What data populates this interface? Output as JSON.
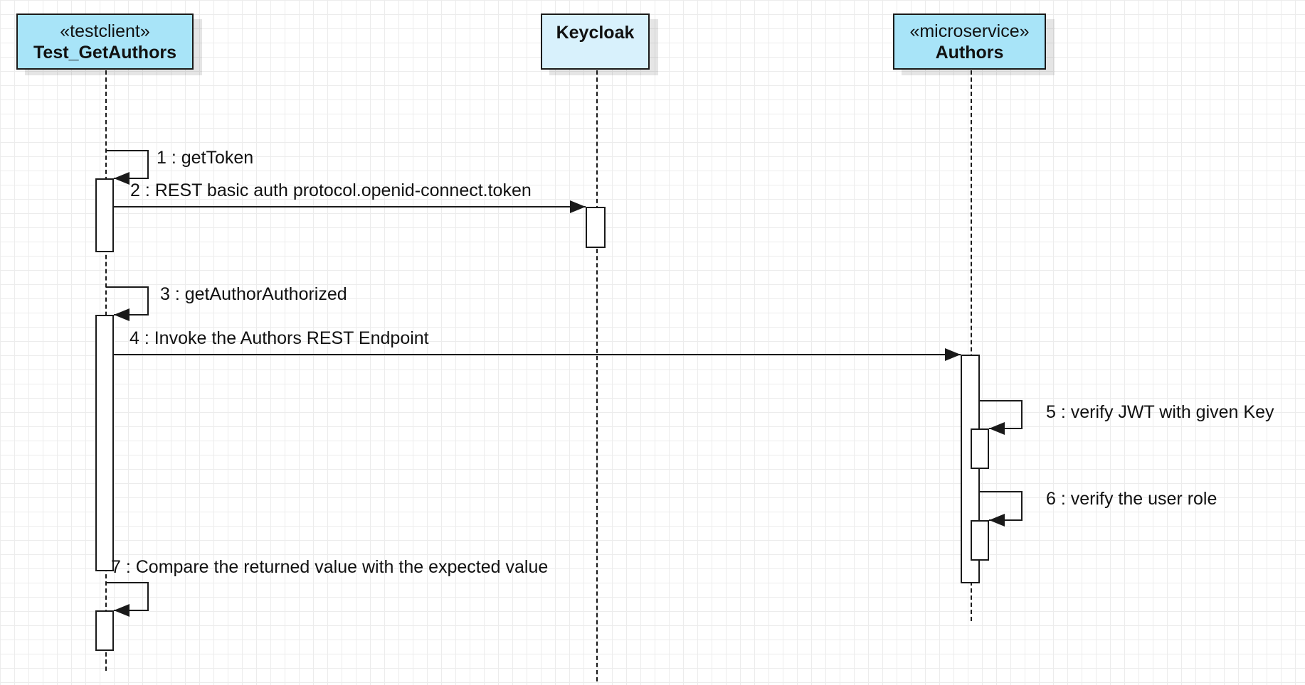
{
  "diagram": {
    "type": "uml-sequence",
    "colors": {
      "test_client_fill": "#a8e4f8",
      "keycloak_fill": "#d8f1fc",
      "authors_fill": "#a8e4f8",
      "line": "#1a1a1a",
      "grid": "#ececec"
    },
    "lifelines": {
      "test_client": {
        "stereotype": "«testclient»",
        "name": "Test_GetAuthors"
      },
      "keycloak": {
        "stereotype": "",
        "name": "Keycloak"
      },
      "authors": {
        "stereotype": "«microservice»",
        "name": "Authors"
      }
    },
    "messages": [
      {
        "label": "1 : getToken",
        "from": "Test_GetAuthors",
        "to": "Test_GetAuthors",
        "kind": "self"
      },
      {
        "label": "2 : REST basic auth protocol.openid-connect.token",
        "from": "Test_GetAuthors",
        "to": "Keycloak",
        "kind": "sync"
      },
      {
        "label": "3 : getAuthorAuthorized",
        "from": "Test_GetAuthors",
        "to": "Test_GetAuthors",
        "kind": "self"
      },
      {
        "label": "4 : Invoke the Authors REST Endpoint",
        "from": "Test_GetAuthors",
        "to": "Authors",
        "kind": "sync"
      },
      {
        "label": "5 : verify JWT with given Key",
        "from": "Authors",
        "to": "Authors",
        "kind": "self"
      },
      {
        "label": "6 : verify the user role",
        "from": "Authors",
        "to": "Authors",
        "kind": "self"
      },
      {
        "label": "7 : Compare the returned value with the expected value",
        "from": "Test_GetAuthors",
        "to": "Test_GetAuthors",
        "kind": "self"
      }
    ]
  }
}
